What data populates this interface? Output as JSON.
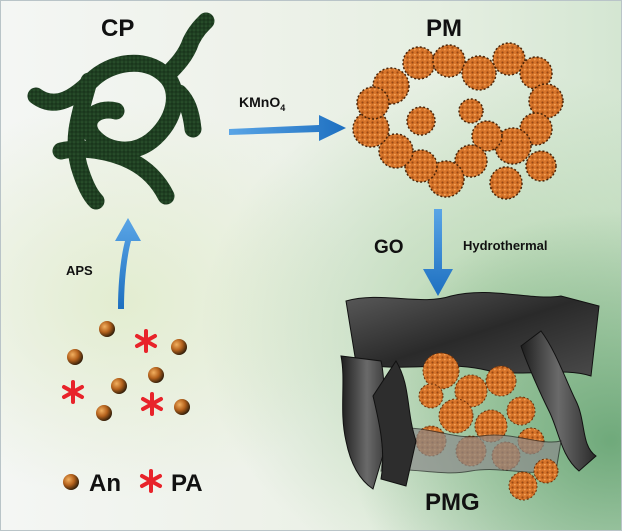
{
  "labels": {
    "cp": "CP",
    "pm": "PM",
    "pmg": "PMG",
    "kmno4": "KMnO",
    "kmno4_sub": "4",
    "aps": "APS",
    "go": "GO",
    "hydrothermal": "Hydrothermal"
  },
  "legend": {
    "an": "An",
    "pa": "PA"
  },
  "colors": {
    "polymer": "#1f3f22",
    "particle": "#d7742a",
    "arrow": "#1f78c8",
    "monomer": "#b5621d",
    "star": "#e8232a",
    "sheet": "#3a3a3a"
  }
}
